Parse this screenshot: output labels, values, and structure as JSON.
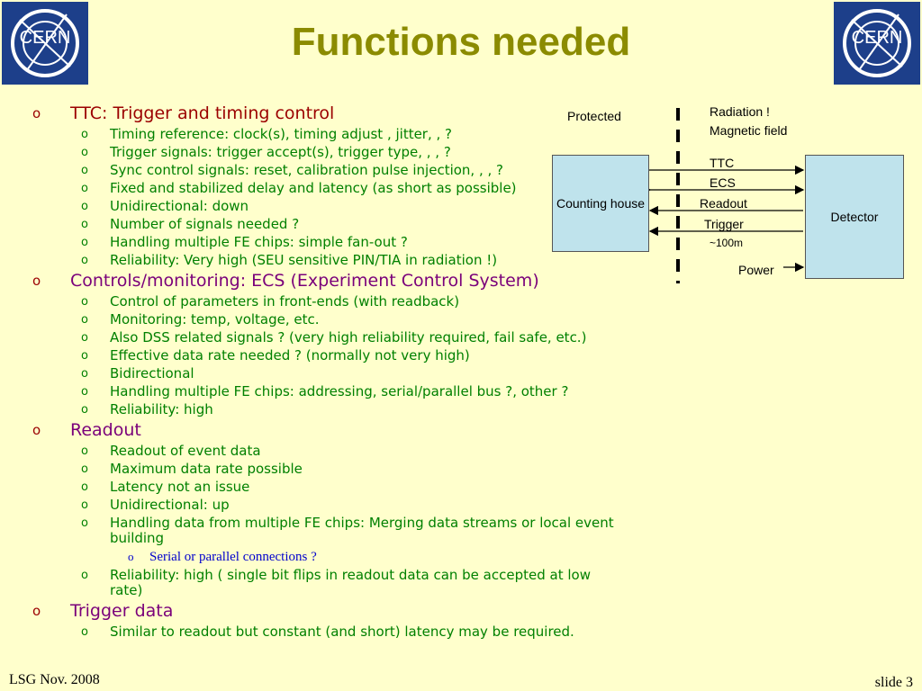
{
  "slide": {
    "title": "Functions needed",
    "logo_text": "CERN",
    "footer_left": "LSG Nov. 2008",
    "footer_right": "slide 3",
    "bullet_glyph": "o"
  },
  "sections": [
    {
      "heading": "TTC: Trigger and timing control",
      "items": [
        "Timing reference: clock(s), timing adjust ,  jitter, ,  ?",
        "Trigger signals: trigger accept(s), trigger type, , ,  ?",
        "Sync control signals: reset, calibration pulse injection, , , ?",
        "Fixed and stabilized delay and latency (as short as possible)",
        "Unidirectional: down",
        "Number of signals needed ?",
        "Handling multiple FE chips: simple fan-out ?",
        "Reliability: Very high (SEU sensitive PIN/TIA in radiation !)"
      ]
    },
    {
      "heading": "Controls/monitoring: ECS (Experiment Control System)",
      "items": [
        "Control of parameters in front-ends (with readback)",
        "Monitoring: temp, voltage, etc.",
        "Also DSS related signals ? (very high reliability required, fail safe, etc.)",
        "Effective data rate needed ? (normally not very high)",
        "Bidirectional",
        "Handling multiple FE chips: addressing, serial/parallel bus ?, other ?",
        "Reliability: high"
      ]
    },
    {
      "heading": "Readout",
      "items": [
        "Readout of event data",
        "Maximum data rate possible",
        "Latency not an issue",
        "Unidirectional: up",
        "Handling data from multiple FE chips: Merging data streams or local event building"
      ],
      "sub_item": "Serial or parallel connections ?",
      "items_after": [
        "Reliability: high ( single bit flips in readout data can be accepted at low rate)"
      ]
    },
    {
      "heading": "Trigger data",
      "items": [
        "Similar to readout but constant (and short) latency may be required."
      ]
    }
  ],
  "diagram": {
    "protected": "Protected",
    "radiation": "Radiation !",
    "magnetic": "Magnetic field",
    "counting_house": "Counting house",
    "detector": "Detector",
    "signals": {
      "ttc": "TTC",
      "ecs": "ECS",
      "readout": "Readout",
      "trigger": "Trigger",
      "distance": "~100m",
      "power": "Power"
    }
  },
  "colors": {
    "background": "#ffffcc",
    "title": "#8b8b00",
    "level1_red": "#9b0000",
    "level1_purple": "#7a007a",
    "level2": "#008000",
    "level3": "#0000cc",
    "box_fill": "#bfe3ec",
    "logo_bg": "#1d3f8a"
  }
}
